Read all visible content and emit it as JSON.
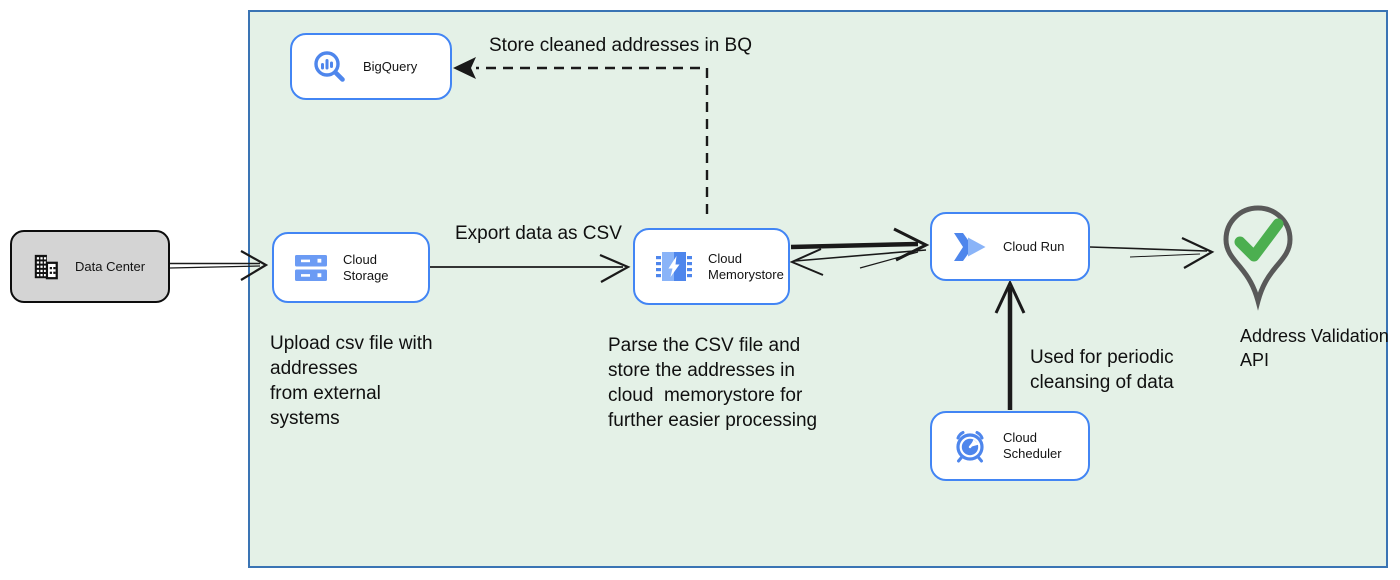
{
  "nodes": {
    "data_center": {
      "label": "Data Center"
    },
    "bigquery": {
      "label": "BigQuery"
    },
    "cloud_storage": {
      "label": "Cloud Storage"
    },
    "cloud_memorystore": {
      "label": "Cloud\nMemorystore"
    },
    "cloud_run": {
      "label": "Cloud Run"
    },
    "cloud_scheduler": {
      "label": "Cloud Scheduler"
    },
    "address_validation": {
      "label": "Address Validation\nAPI"
    }
  },
  "annotations": {
    "store_bq": "Store cleaned addresses in BQ",
    "export_csv": "Export data as CSV",
    "upload_csv": "Upload csv file with\naddresses\nfrom external\nsystems",
    "parse_csv": "Parse the CSV file and\nstore the addresses in\ncloud  memorystore for\nfurther easier processing",
    "periodic": "Used for periodic\ncleansing of data"
  },
  "icons": {
    "data_center": "building-icon",
    "bigquery": "magnifier-barchart-icon",
    "cloud_storage": "stacked-disks-icon",
    "cloud_memorystore": "chip-lightning-icon",
    "cloud_run": "double-chevron-icon",
    "cloud_scheduler": "alarm-clock-icon",
    "address_validation": "map-pin-check-icon"
  },
  "colors": {
    "container_fill": "#e4f1e7",
    "container_border": "#3a74b4",
    "node_border": "#4285f4",
    "node_fill": "#ffffff",
    "icon_blue": "#4e86ec",
    "icon_light_blue": "#8ab4f8",
    "datacenter_fill": "#d4d4d4",
    "arrow_black": "#1a1a1a",
    "check_green": "#4caf50",
    "pin_gray": "#595959"
  }
}
